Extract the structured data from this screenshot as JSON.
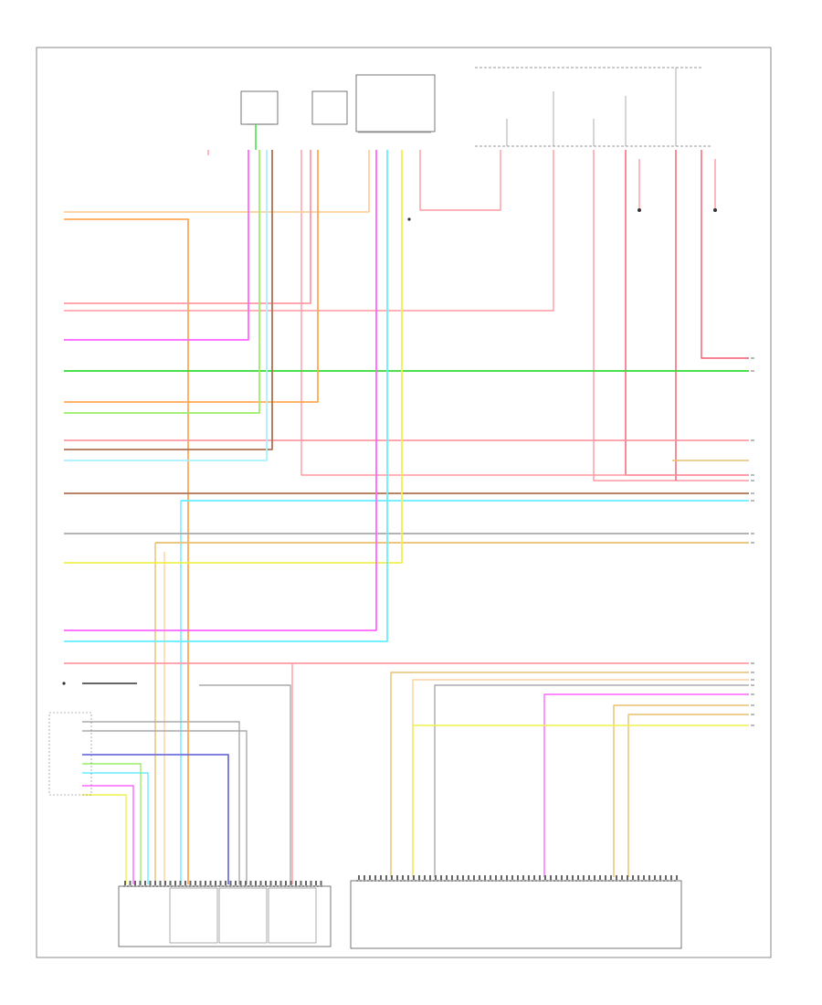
{
  "title": "",
  "page_label": "",
  "modules": [
    {
      "id": "top-a",
      "label": "",
      "lines": [
        "",
        "",
        "",
        ""
      ]
    },
    {
      "id": "top-b",
      "label": "",
      "lines": [
        "",
        "",
        "",
        ""
      ]
    },
    {
      "id": "top-c",
      "label": "",
      "lines": [
        "",
        "",
        "",
        "",
        "",
        "",
        ""
      ]
    },
    {
      "id": "fuse-block",
      "label": "",
      "lines": [
        "",
        ""
      ]
    },
    {
      "id": "bottom-left",
      "label": "",
      "lines": [
        "",
        "",
        "",
        ""
      ]
    },
    {
      "id": "bottom-right",
      "label": "",
      "lines": [
        "",
        "",
        "",
        "",
        "",
        ""
      ]
    }
  ],
  "colors": {
    "pink": "#ff9aa2",
    "red": "#f25c6e",
    "magenta": "#ff66ff",
    "green": "#33dd33",
    "lightgreen": "#99ee66",
    "orange": "#ffaa55",
    "peach": "#ffd0a0",
    "tan": "#e8c070",
    "cyan": "#66eeff",
    "lightblue": "#aaf0ff",
    "yellow": "#f0f050",
    "brown": "#b07050",
    "gray": "#aaaaaa",
    "blue": "#7070e0",
    "black": "#333333",
    "frame": "#666666"
  },
  "wires": [
    {
      "id": "w-peach-1",
      "color": "peach",
      "label": ""
    },
    {
      "id": "w-orange-1",
      "color": "orange",
      "label": ""
    },
    {
      "id": "w-pink-1",
      "color": "pink",
      "label": ""
    },
    {
      "id": "w-magenta-1",
      "color": "magenta",
      "label": ""
    },
    {
      "id": "w-green-main",
      "color": "green",
      "label": ""
    },
    {
      "id": "w-orange-2",
      "color": "orange",
      "label": ""
    },
    {
      "id": "w-lightgreen-1",
      "color": "lightgreen",
      "label": ""
    },
    {
      "id": "w-pink-2",
      "color": "pink",
      "label": ""
    },
    {
      "id": "w-brown-1",
      "color": "brown",
      "label": ""
    },
    {
      "id": "w-lightblue-1",
      "color": "lightblue",
      "label": ""
    },
    {
      "id": "w-brown-2",
      "color": "brown",
      "label": ""
    },
    {
      "id": "w-cyan-1",
      "color": "cyan",
      "label": ""
    },
    {
      "id": "w-gray-1",
      "color": "gray",
      "label": ""
    },
    {
      "id": "w-tan-1",
      "color": "tan",
      "label": ""
    },
    {
      "id": "w-yellow-1",
      "color": "yellow",
      "label": ""
    },
    {
      "id": "w-magenta-2",
      "color": "magenta",
      "label": ""
    },
    {
      "id": "w-cyan-2",
      "color": "cyan",
      "label": ""
    },
    {
      "id": "w-pink-3",
      "color": "pink",
      "label": ""
    },
    {
      "id": "w-blue-1",
      "color": "blue",
      "label": ""
    }
  ]
}
